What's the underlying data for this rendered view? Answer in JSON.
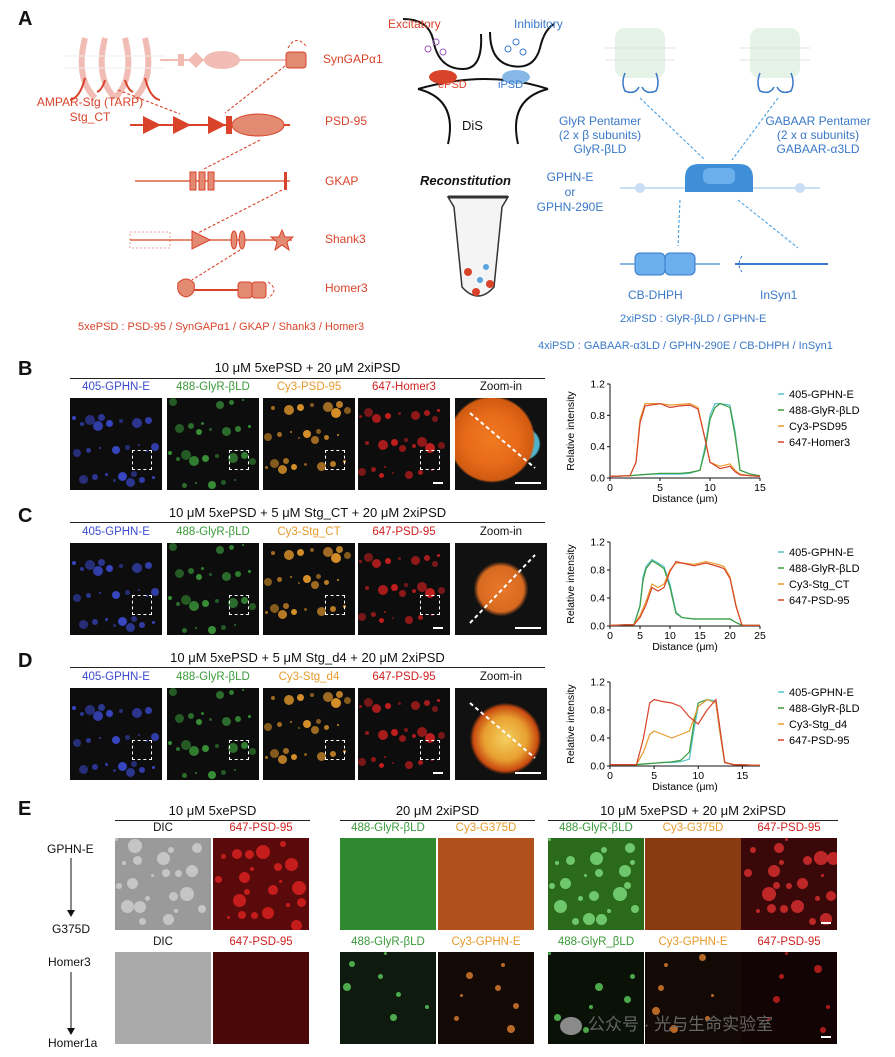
{
  "panels": {
    "a": "A",
    "b": "B",
    "c": "C",
    "d": "D",
    "e": "E"
  },
  "panel_a": {
    "synaptic": {
      "excitatory": "Excitatory",
      "inhibitory": "Inhibitory",
      "epsd": "ePSD",
      "ipsd": "iPSD",
      "dis": "DiS",
      "reconstitution": "Reconstitution"
    },
    "ampar": "AMPAR-Stg (TARP)",
    "stg_ct": "Stg_CT",
    "syngap": "SynGAPα1",
    "psd95": "PSD-95",
    "gkap": "GKAP",
    "shank3": "Shank3",
    "homer3": "Homer3",
    "expsd_def": "5xePSD : PSD-95 / SynGAPα1 / GKAP / Shank3 / Homer3",
    "glyr_title": "GlyR Pentamer",
    "glyr_sub": "(2 x β subunits)",
    "glyr_name": "GlyR-βLD",
    "gaba_title": "GABAAR Pentamer",
    "gaba_sub": "(2 x α subunits)",
    "gaba_name": "GABAAR-α3LD",
    "gphn_line1": "GPHN-E",
    "gphn_line2": "or",
    "gphn_line3": "GPHN-290E",
    "cbdhph": "CB-DHPH",
    "insyn1": "InSyn1",
    "twoxi_def": "2xiPSD : GlyR-βLD / GPHN-E",
    "fourxi_def": "4xiPSD : GABAAR-α3LD / GPHN-290E / CB-DHPH / InSyn1"
  },
  "panel_b": {
    "title": "10 μM 5xePSD + 20 μM 2xiPSD",
    "channels": [
      "405-GPHN-E",
      "488-GlyR-βLD",
      "Cy3-PSD-95",
      "647-Homer3",
      "Zoom-in"
    ]
  },
  "panel_c": {
    "title": "10 μM 5xePSD + 5 μM Stg_CT + 20 μM 2xiPSD",
    "channels": [
      "405-GPHN-E",
      "488-GlyR-βLD",
      "Cy3-Stg_CT",
      "647-PSD-95",
      "Zoom-in"
    ]
  },
  "panel_d": {
    "title": "10 μM 5xePSD + 5 μM Stg_d4 + 20 μM 2xiPSD",
    "channels": [
      "405-GPHN-E",
      "488-GlyR-βLD",
      "Cy3-Stg_d4",
      "647-PSD-95",
      "Zoom-in"
    ]
  },
  "panel_e": {
    "col1_title": "10 μM 5xePSD",
    "col2_title": "20 μM 2xiPSD",
    "col3_title": "10 μM 5xePSD  + 20 μM 2xiPSD",
    "row1_left_top": "GPHN-E",
    "row1_left_bottom": "G375D",
    "row2_left_top": "Homer3",
    "row2_left_bottom": "Homer1a",
    "row1_labels": [
      "DIC",
      "647-PSD-95",
      "488-GlyR-βLD",
      "Cy3-G375D",
      "488-GlyR-βLD",
      "Cy3-G375D",
      "647-PSD-95"
    ],
    "row2_labels": [
      "DIC",
      "647-PSD-95",
      "488-GlyR-βLD",
      "Cy3-GPHN-E",
      "488-GlyR_βLD",
      "Cy3-GPHN-E",
      "647-PSD-95"
    ]
  },
  "watermark": "公众号 · 光与生命实验室",
  "colors": {
    "excitatory_red": "#d8432a",
    "inhibitory_blue": "#3a78c8",
    "cy3_orange": "#e79a2c",
    "green_488": "#3b9b3b",
    "blue_405": "#3b4bd0",
    "red_647": "#d02020"
  },
  "chart_data": [
    {
      "type": "line",
      "xlabel": "Distance (μm)",
      "ylabel": "Relative intensity",
      "xlim": [
        0,
        15
      ],
      "ylim": [
        0,
        1.2
      ],
      "xticks": [
        0,
        5,
        10,
        15
      ],
      "yticks": [
        0.0,
        0.4,
        0.8,
        1.2
      ],
      "yticklabels": [
        "0.0",
        "0.4",
        "0.8",
        "1.2"
      ],
      "series": [
        {
          "name": "405-GPHN-E",
          "color": "#56c3cc",
          "x": [
            0,
            2,
            3,
            4,
            5,
            6,
            7,
            8,
            9,
            9.5,
            10,
            10.5,
            11,
            12,
            12.5,
            13,
            14,
            15
          ],
          "y": [
            0.02,
            0.03,
            0.04,
            0.05,
            0.05,
            0.05,
            0.05,
            0.06,
            0.1,
            0.4,
            0.8,
            0.95,
            0.95,
            0.93,
            0.6,
            0.1,
            0.05,
            0.03
          ]
        },
        {
          "name": "488-GlyR-βLD",
          "color": "#3b9b3b",
          "x": [
            0,
            2,
            3,
            4,
            5,
            6,
            7,
            8,
            9,
            9.5,
            10,
            10.5,
            11,
            12,
            12.5,
            13,
            14,
            15
          ],
          "y": [
            0.02,
            0.03,
            0.04,
            0.05,
            0.06,
            0.06,
            0.06,
            0.07,
            0.1,
            0.35,
            0.75,
            0.9,
            0.95,
            0.9,
            0.55,
            0.1,
            0.05,
            0.03
          ]
        },
        {
          "name": "Cy3-PSD95",
          "color": "#e79a2c",
          "x": [
            0,
            2,
            2.6,
            3,
            3.5,
            5,
            6,
            7,
            8,
            8.8,
            9.5,
            10,
            11,
            12,
            12.5,
            13,
            14,
            15
          ],
          "y": [
            0.02,
            0.03,
            0.2,
            0.75,
            0.95,
            0.95,
            0.93,
            0.94,
            0.95,
            0.9,
            0.5,
            0.2,
            0.15,
            0.18,
            0.1,
            0.05,
            0.03,
            0.02
          ]
        },
        {
          "name": "647-Homer3",
          "color": "#d8432a",
          "x": [
            0,
            2,
            2.6,
            3,
            3.5,
            5,
            6,
            7,
            8,
            8.8,
            9.5,
            10,
            11,
            12,
            12.5,
            13,
            14,
            15
          ],
          "y": [
            0.02,
            0.03,
            0.2,
            0.7,
            0.92,
            0.95,
            0.9,
            0.92,
            0.93,
            0.88,
            0.5,
            0.2,
            0.12,
            0.15,
            0.08,
            0.04,
            0.03,
            0.02
          ]
        }
      ]
    },
    {
      "type": "line",
      "xlabel": "Distance (μm)",
      "ylabel": "Relative intensity",
      "xlim": [
        0,
        25
      ],
      "ylim": [
        0,
        1.2
      ],
      "xticks": [
        0,
        5,
        10,
        15,
        20,
        25
      ],
      "yticks": [
        0.0,
        0.4,
        0.8,
        1.2
      ],
      "yticklabels": [
        "0.0",
        "0.4",
        "0.8",
        "1.2"
      ],
      "series": [
        {
          "name": "405-GPHN-E",
          "color": "#56c3cc",
          "x": [
            0,
            4,
            5,
            5.5,
            6,
            7,
            8,
            9,
            10,
            11,
            12,
            14,
            16,
            18,
            20,
            21,
            22,
            25
          ],
          "y": [
            0.01,
            0.02,
            0.3,
            0.7,
            0.85,
            0.95,
            0.9,
            0.85,
            0.6,
            0.2,
            0.12,
            0.1,
            0.1,
            0.1,
            0.1,
            0.05,
            0.01,
            0.01
          ]
        },
        {
          "name": "488-GlyR-βLD",
          "color": "#3b9b3b",
          "x": [
            0,
            4,
            5,
            5.5,
            6,
            7,
            8,
            9,
            10,
            11,
            12,
            14,
            16,
            18,
            20,
            21,
            22,
            25
          ],
          "y": [
            0.01,
            0.02,
            0.28,
            0.65,
            0.82,
            0.93,
            0.88,
            0.82,
            0.55,
            0.18,
            0.12,
            0.1,
            0.1,
            0.1,
            0.1,
            0.05,
            0.01,
            0.01
          ]
        },
        {
          "name": "Cy3-Stg_CT",
          "color": "#e79a2c",
          "x": [
            0,
            4,
            5,
            6,
            7,
            8,
            9,
            10,
            11,
            12,
            14,
            16,
            18,
            19,
            20,
            21,
            22,
            25
          ],
          "y": [
            0.01,
            0.02,
            0.15,
            0.35,
            0.6,
            0.55,
            0.6,
            0.8,
            0.9,
            0.9,
            0.88,
            0.92,
            0.88,
            0.85,
            0.7,
            0.3,
            0.01,
            0.01
          ]
        },
        {
          "name": "647-PSD-95",
          "color": "#d8432a",
          "x": [
            0,
            4,
            5,
            6,
            7,
            8,
            9,
            10,
            11,
            12,
            14,
            16,
            18,
            19,
            20,
            21,
            22,
            25
          ],
          "y": [
            0.01,
            0.02,
            0.12,
            0.3,
            0.55,
            0.5,
            0.55,
            0.78,
            0.92,
            0.9,
            0.86,
            0.9,
            0.85,
            0.82,
            0.68,
            0.28,
            0.01,
            0.01
          ]
        }
      ]
    },
    {
      "type": "line",
      "xlabel": "Distance (μm)",
      "ylabel": "Relative intensity",
      "xlim": [
        0,
        17
      ],
      "ylim": [
        0,
        1.2
      ],
      "xticks": [
        0,
        5,
        10,
        15
      ],
      "yticks": [
        0.0,
        0.4,
        0.8,
        1.2
      ],
      "yticklabels": [
        "0.0",
        "0.4",
        "0.8",
        "1.2"
      ],
      "series": [
        {
          "name": "405-GPHN-E",
          "color": "#56c3cc",
          "x": [
            0,
            3,
            4,
            5,
            6,
            7,
            8,
            9,
            9.5,
            10,
            11,
            12,
            12.5,
            13,
            14,
            17
          ],
          "y": [
            0.02,
            0.02,
            0.03,
            0.04,
            0.05,
            0.05,
            0.06,
            0.1,
            0.5,
            0.85,
            0.95,
            0.93,
            0.5,
            0.05,
            0.02,
            0.01
          ]
        },
        {
          "name": "488-GlyR-βLD",
          "color": "#3b9b3b",
          "x": [
            0,
            3,
            4,
            5,
            6,
            7,
            8,
            9,
            9.5,
            10,
            11,
            12,
            12.5,
            13,
            14,
            17
          ],
          "y": [
            0.02,
            0.02,
            0.03,
            0.04,
            0.05,
            0.06,
            0.08,
            0.2,
            0.6,
            0.9,
            0.95,
            0.9,
            0.45,
            0.05,
            0.02,
            0.01
          ]
        },
        {
          "name": "Cy3-Stg_d4",
          "color": "#e79a2c",
          "x": [
            0,
            3,
            3.8,
            4.5,
            5,
            6,
            7,
            8,
            9,
            10,
            11,
            12,
            12.5,
            13,
            14,
            17
          ],
          "y": [
            0.02,
            0.02,
            0.2,
            0.45,
            0.5,
            0.45,
            0.4,
            0.45,
            0.5,
            0.85,
            0.95,
            0.9,
            0.45,
            0.05,
            0.02,
            0.01
          ]
        },
        {
          "name": "647-PSD-95",
          "color": "#d8432a",
          "x": [
            0,
            3,
            3.8,
            4.5,
            5,
            6,
            7,
            8,
            9,
            10,
            11,
            12,
            12.5,
            13,
            14,
            17
          ],
          "y": [
            0.02,
            0.02,
            0.4,
            0.9,
            0.95,
            0.92,
            0.9,
            0.85,
            0.7,
            0.6,
            0.8,
            0.95,
            0.5,
            0.05,
            0.02,
            0.01
          ]
        }
      ]
    }
  ]
}
